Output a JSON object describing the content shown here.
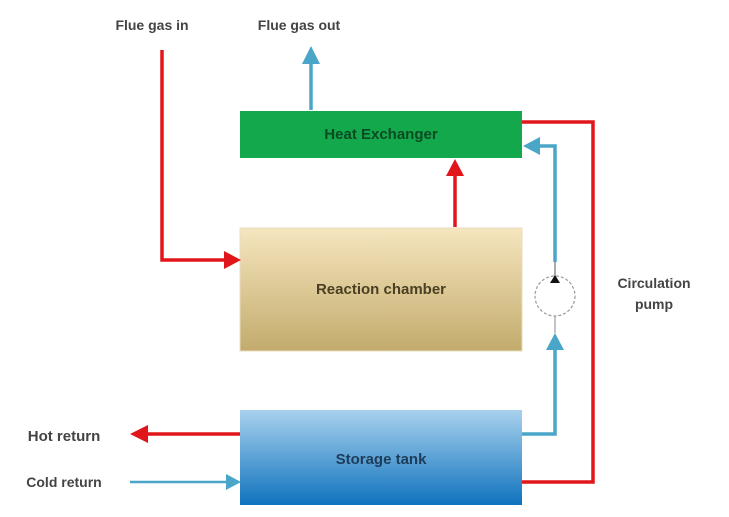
{
  "title": "Flue gas heat recovery system",
  "labels": {
    "flue_gas_in": "Flue gas in",
    "flue_gas_out": "Flue gas out",
    "circulation_pump_line1": "Circulation",
    "circulation_pump_line2": "pump",
    "hot_return": "Hot return",
    "cold_return": "Cold return"
  },
  "components": {
    "heat_exchanger": "Heat Exchanger",
    "reaction_chamber": "Reaction chamber",
    "storage_tank": "Storage tank"
  },
  "colors": {
    "hot_flow": "#e0161b",
    "cold_flow": "#4aa6c8",
    "heat_exchanger_fill": "#13a84b",
    "heat_exchanger_text": "#0b4a22",
    "reaction_chamber_top": "#f6e6bf",
    "reaction_chamber_bottom": "#c2ab6c",
    "reaction_chamber_text": "#4a3f22",
    "storage_tank_top": "#a9d1ee",
    "storage_tank_bottom": "#0f73bd",
    "storage_tank_text": "#1d3c5a",
    "label_text": "#444444"
  }
}
